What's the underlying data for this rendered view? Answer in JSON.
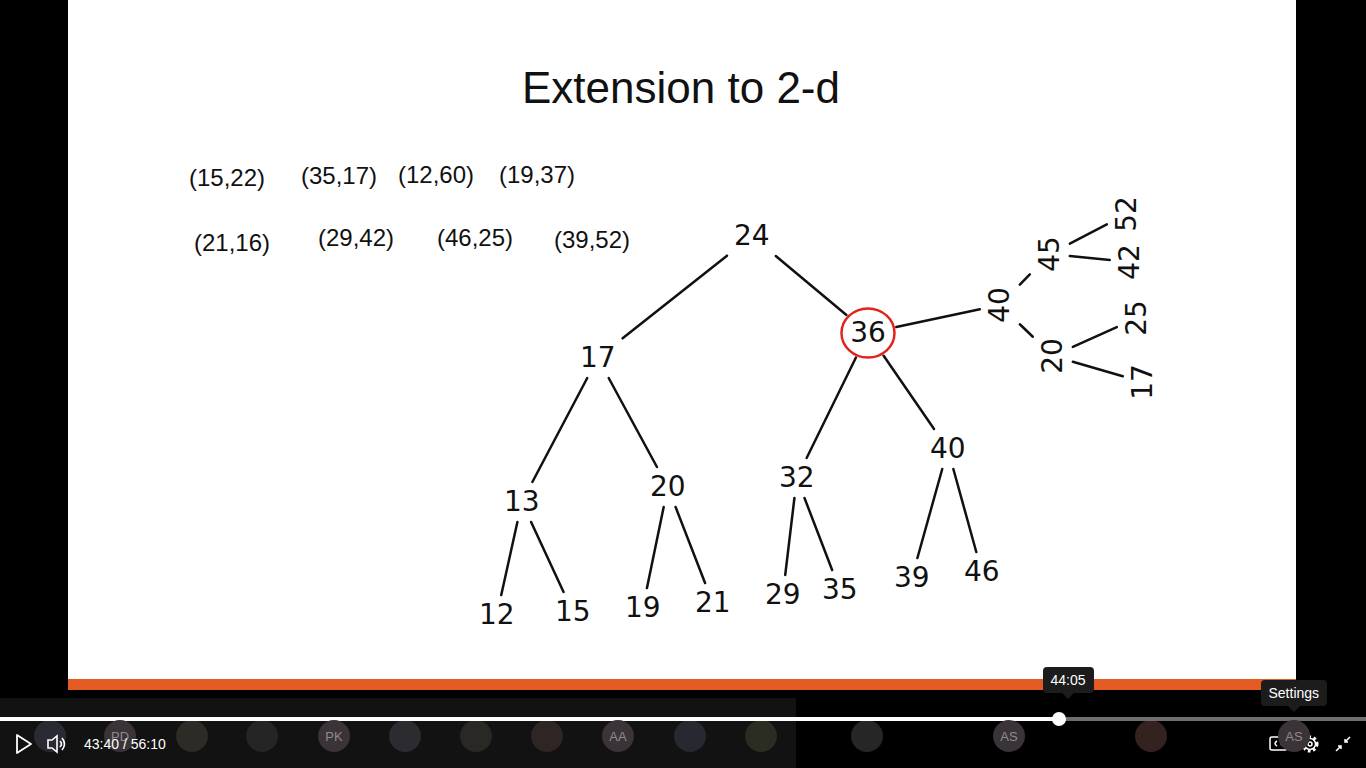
{
  "diagram": {
    "title": "Extension to 2-d",
    "nodes": [
      {
        "text": [
          "24"
        ]
      },
      {
        "text": [
          "17"
        ]
      },
      {
        "text": [
          "36"
        ]
      },
      {
        "text": [
          "40"
        ]
      },
      {
        "text": [
          "45"
        ]
      },
      {
        "text": [
          "20"
        ]
      },
      {
        "text": [
          "52"
        ]
      },
      {
        "text": [
          "42"
        ]
      },
      {
        "text": [
          "25"
        ]
      },
      {
        "text": [
          "17"
        ]
      },
      {
        "text": [
          "13"
        ]
      },
      {
        "text": [
          "20"
        ]
      },
      {
        "text": [
          "32"
        ]
      },
      {
        "text": [
          "40"
        ]
      },
      {
        "text": [
          "12"
        ]
      },
      {
        "text": [
          "15"
        ]
      },
      {
        "text": [
          "19"
        ]
      },
      {
        "text": [
          "21"
        ]
      },
      {
        "text": [
          "29"
        ]
      },
      {
        "text": [
          "35"
        ]
      },
      {
        "text": [
          "39"
        ]
      },
      {
        "text": [
          "46"
        ]
      },
      {
        "text": [
          "44:05"
        ]
      },
      {
        "text": [
          "Settings"
        ]
      },
      {
        "text": [
          "PD"
        ]
      },
      {
        "text": [
          "PK"
        ]
      },
      {
        "text": [
          "AA"
        ]
      },
      {
        "text": [
          "AS"
        ]
      },
      {
        "text": [
          "AS"
        ]
      }
    ],
    "edges": [
      {
        "from": 0,
        "to": 1,
        "arrow": "none"
      },
      {
        "from": 0,
        "to": 2,
        "arrow": "none"
      },
      {
        "from": 1,
        "to": 10,
        "arrow": "none"
      },
      {
        "from": 1,
        "to": 11,
        "arrow": "none"
      },
      {
        "from": 2,
        "to": 12,
        "arrow": "none"
      },
      {
        "from": 2,
        "to": 13,
        "arrow": "none"
      },
      {
        "from": 10,
        "to": 14,
        "arrow": "none"
      },
      {
        "from": 10,
        "to": 15,
        "arrow": "none"
      },
      {
        "from": 11,
        "to": 16,
        "arrow": "none"
      },
      {
        "from": 11,
        "to": 17,
        "arrow": "none"
      },
      {
        "from": 12,
        "to": 18,
        "arrow": "none"
      },
      {
        "from": 12,
        "to": 19,
        "arrow": "none"
      },
      {
        "from": 13,
        "to": 20,
        "arrow": "none"
      },
      {
        "from": 13,
        "to": 21,
        "arrow": "none"
      },
      {
        "from": 2,
        "to": 3,
        "arrow": "none"
      },
      {
        "from": 3,
        "to": 4,
        "arrow": "none"
      },
      {
        "from": 3,
        "to": 5,
        "arrow": "none"
      },
      {
        "from": 4,
        "to": 6,
        "arrow": "none"
      },
      {
        "from": 4,
        "to": 7,
        "arrow": "none"
      },
      {
        "from": 5,
        "to": 8,
        "arrow": "none"
      },
      {
        "from": 5,
        "to": 9,
        "arrow": "none"
      }
    ],
    "labels": [
      "(15,22)",
      "(35,17)",
      "(12,60)",
      "(19,37)",
      "(21,16)",
      "(29,42)",
      "(46,25)",
      "(39,52)",
      "43:40 / 56:10"
    ]
  }
}
